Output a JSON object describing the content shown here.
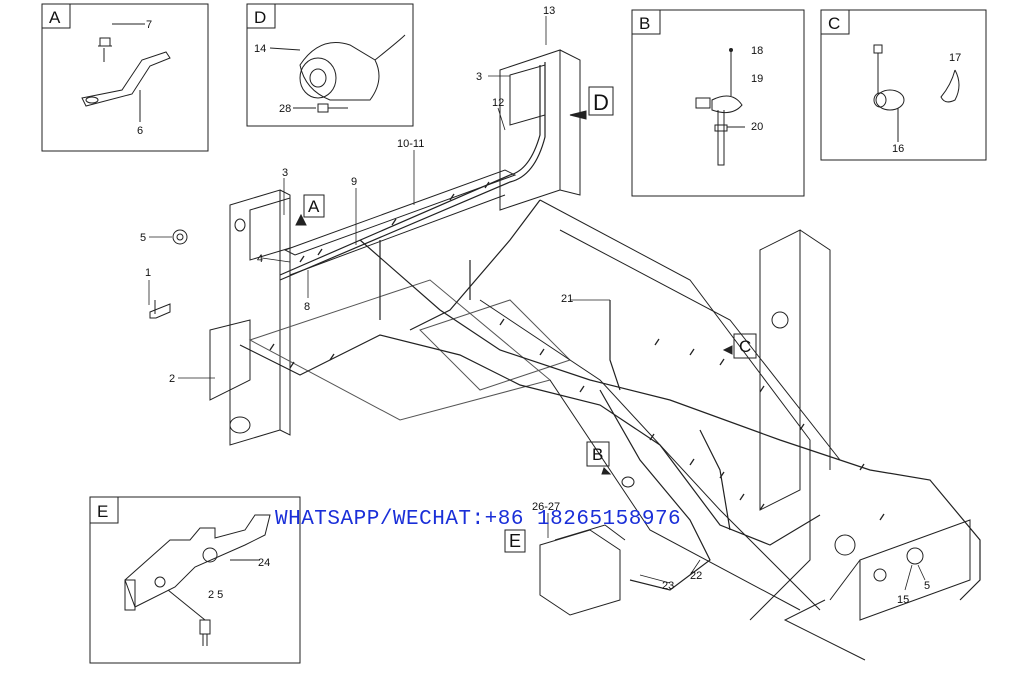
{
  "detail_boxes": [
    {
      "letter": "A"
    },
    {
      "letter": "D"
    },
    {
      "letter": "B"
    },
    {
      "letter": "C"
    },
    {
      "letter": "E"
    }
  ],
  "callouts": {
    "A": "A",
    "B": "B",
    "C": "C",
    "D": "D",
    "E": "E"
  },
  "part_numbers": {
    "n1": "1",
    "n2": "2",
    "n3a": "3",
    "n3b": "3",
    "n4": "4",
    "n5a": "5",
    "n5b": "5",
    "n6": "6",
    "n7": "7",
    "n8": "8",
    "n9": "9",
    "n10_11": "10-11",
    "n12": "12",
    "n13": "13",
    "n14": "14",
    "n15": "15",
    "n16": "16",
    "n17": "17",
    "n18": "18",
    "n19": "19",
    "n20": "20",
    "n21": "21",
    "n22": "22",
    "n23": "23",
    "n24": "24",
    "n25": "2 5",
    "n26_27": "26-27",
    "n28": "28"
  },
  "watermark": "WHATSAPP/WECHAT:+86 18265158976"
}
